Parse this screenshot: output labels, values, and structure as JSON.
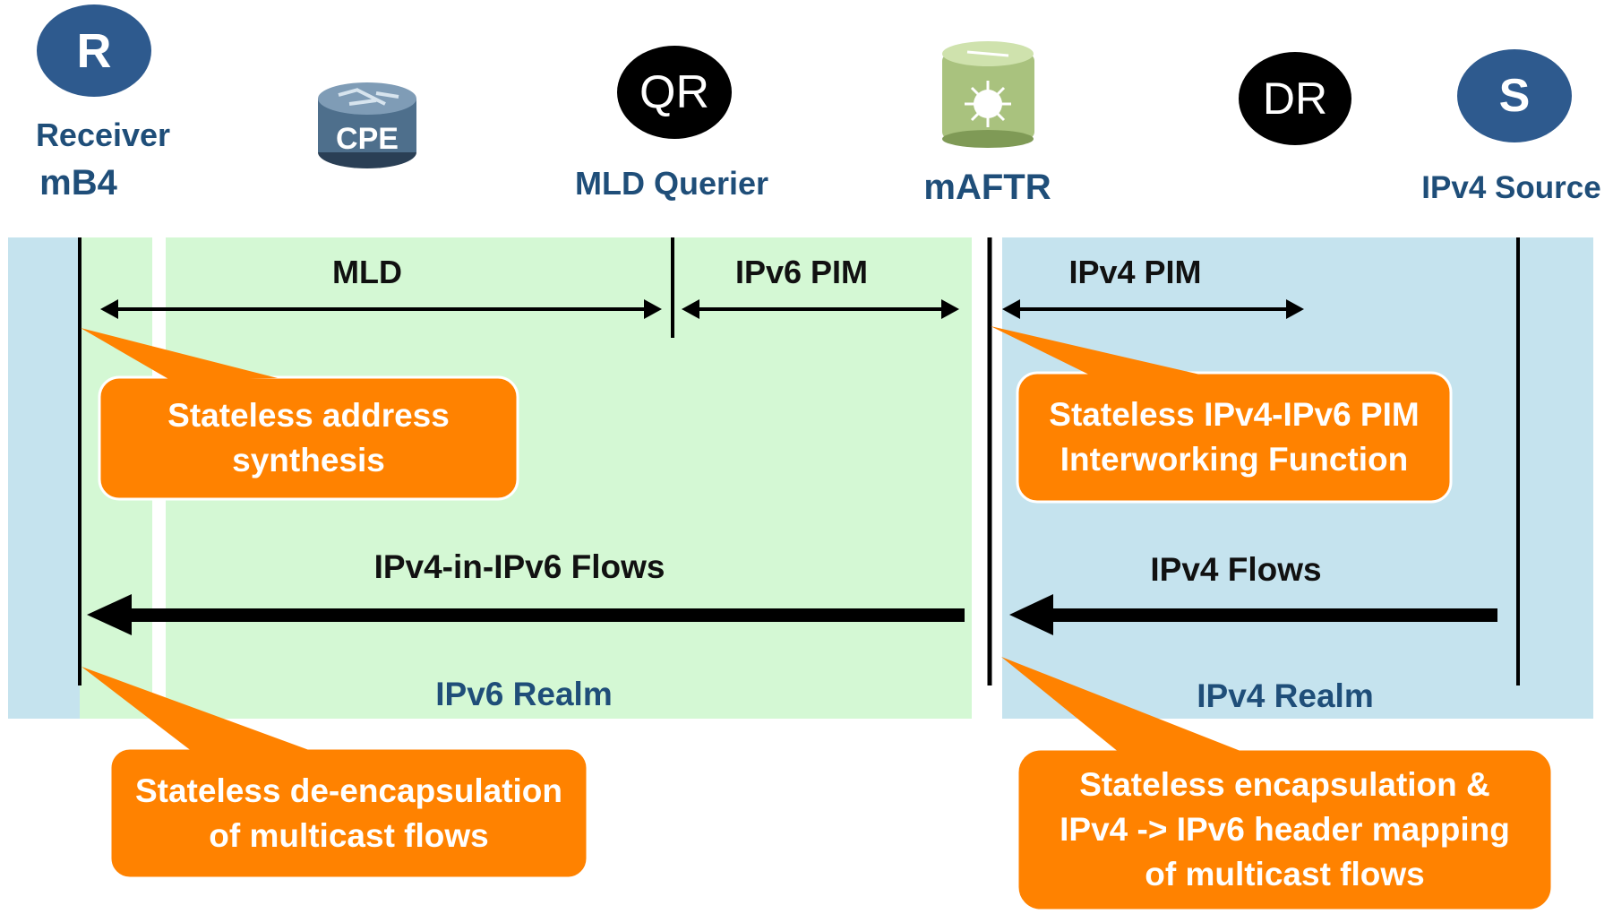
{
  "nodes": {
    "receiver": {
      "badge": "R",
      "label": "Receiver",
      "sublabel": "mB4"
    },
    "cpe": {
      "badge": "CPE"
    },
    "querier": {
      "badge": "QR",
      "label": "MLD Querier"
    },
    "maftr": {
      "label": "mAFTR"
    },
    "dr": {
      "badge": "DR"
    },
    "source": {
      "badge": "S",
      "label": "IPv4 Source"
    }
  },
  "protocols": {
    "mld": "MLD",
    "ipv6_pim": "IPv6 PIM",
    "ipv4_pim": "IPv4 PIM"
  },
  "flows": {
    "v6": "IPv4-in-IPv6 Flows",
    "v4": "IPv4 Flows"
  },
  "realms": {
    "v6": "IPv6 Realm",
    "v4": "IPv4 Realm"
  },
  "callouts": {
    "synthesis": [
      "Stateless address",
      "synthesis"
    ],
    "interworking": [
      "Stateless IPv4-IPv6 PIM",
      "Interworking Function"
    ],
    "decap": [
      "Stateless de-encapsulation",
      "of multicast flows"
    ],
    "encap": [
      "Stateless encapsulation &",
      "IPv4 -> IPv6 header mapping",
      "of multicast flows"
    ]
  },
  "colors": {
    "ipv6_realm": "#d4f8d4",
    "ipv4_realm": "#c5e3ee",
    "callout": "#ff8200",
    "node_blue": "#2e5a8e",
    "node_black": "#000000",
    "label_blue": "#1f4e79"
  }
}
